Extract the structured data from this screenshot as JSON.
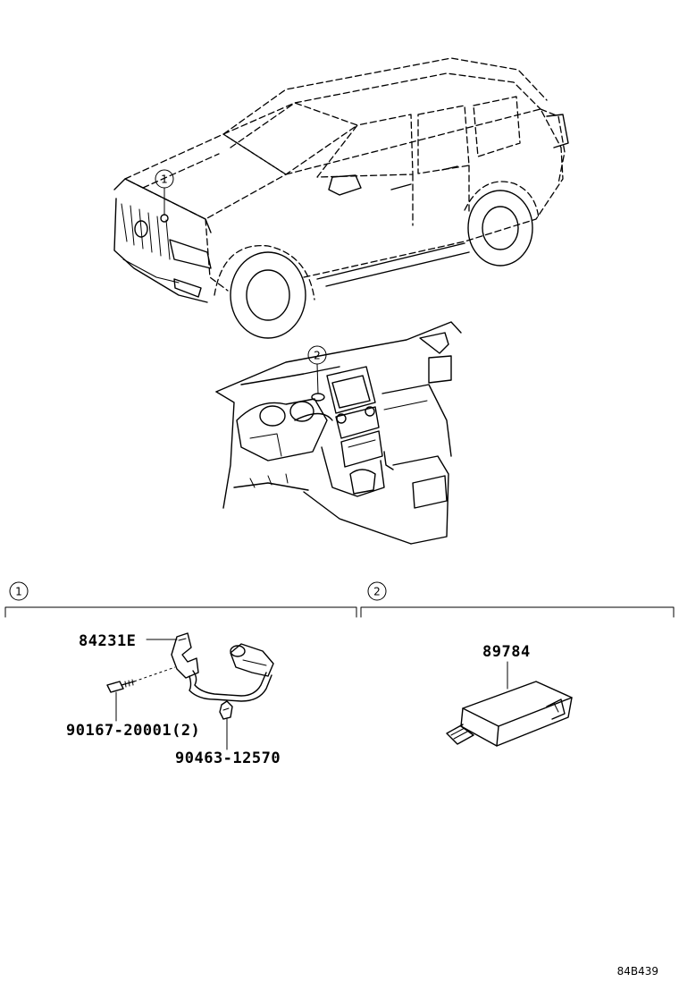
{
  "callouts": {
    "one": "1",
    "two": "2"
  },
  "sections": [
    {
      "id": "1",
      "label": "1"
    },
    {
      "id": "2",
      "label": "2"
    }
  ],
  "parts": {
    "sensor": "84231E",
    "bolt": "90167-20001(2)",
    "clamp": "90463-12570",
    "module": "89784"
  },
  "drawing_code": "84B439"
}
